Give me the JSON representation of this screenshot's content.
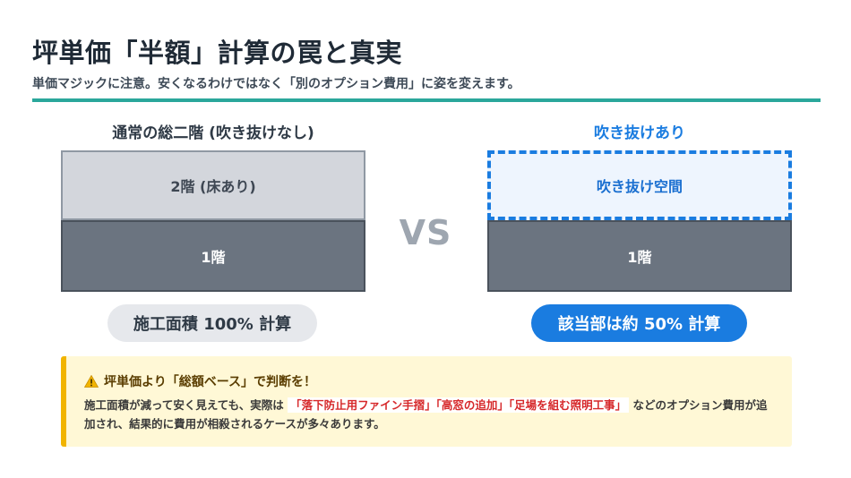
{
  "header": {
    "title": "坪単価「半額」計算の罠と真実",
    "subtitle": "単価マジックに注意。安くなるわけではなく「別のオプション費用」に姿を変えます。",
    "accent_color": "#2aa79b"
  },
  "left_column": {
    "label": "通常の総二階 (吹き抜けなし)",
    "floor2": "2階 (床あり)",
    "floor1": "1階",
    "badge": "施工面積 100% 計算"
  },
  "vs_label": "VS",
  "right_column": {
    "label": "吹き抜けあり",
    "void": "吹き抜け空間",
    "floor1": "1階",
    "badge": "該当部は約 50% 計算",
    "accent_color": "#1a7ce0"
  },
  "alert": {
    "icon": "warning-icon",
    "heading": "坪単価より「総額ベース」で判断を！",
    "body_before": "施工面積が減って安く見えても、実際は",
    "body_highlight": "「落下防止用ファイン手摺」「高窓の追加」「足場を組む照明工事」",
    "body_after": "などのオプション費用が追加され、結果的に費用が相殺されるケースが多々あります。",
    "accent_color": "#f1b400"
  }
}
